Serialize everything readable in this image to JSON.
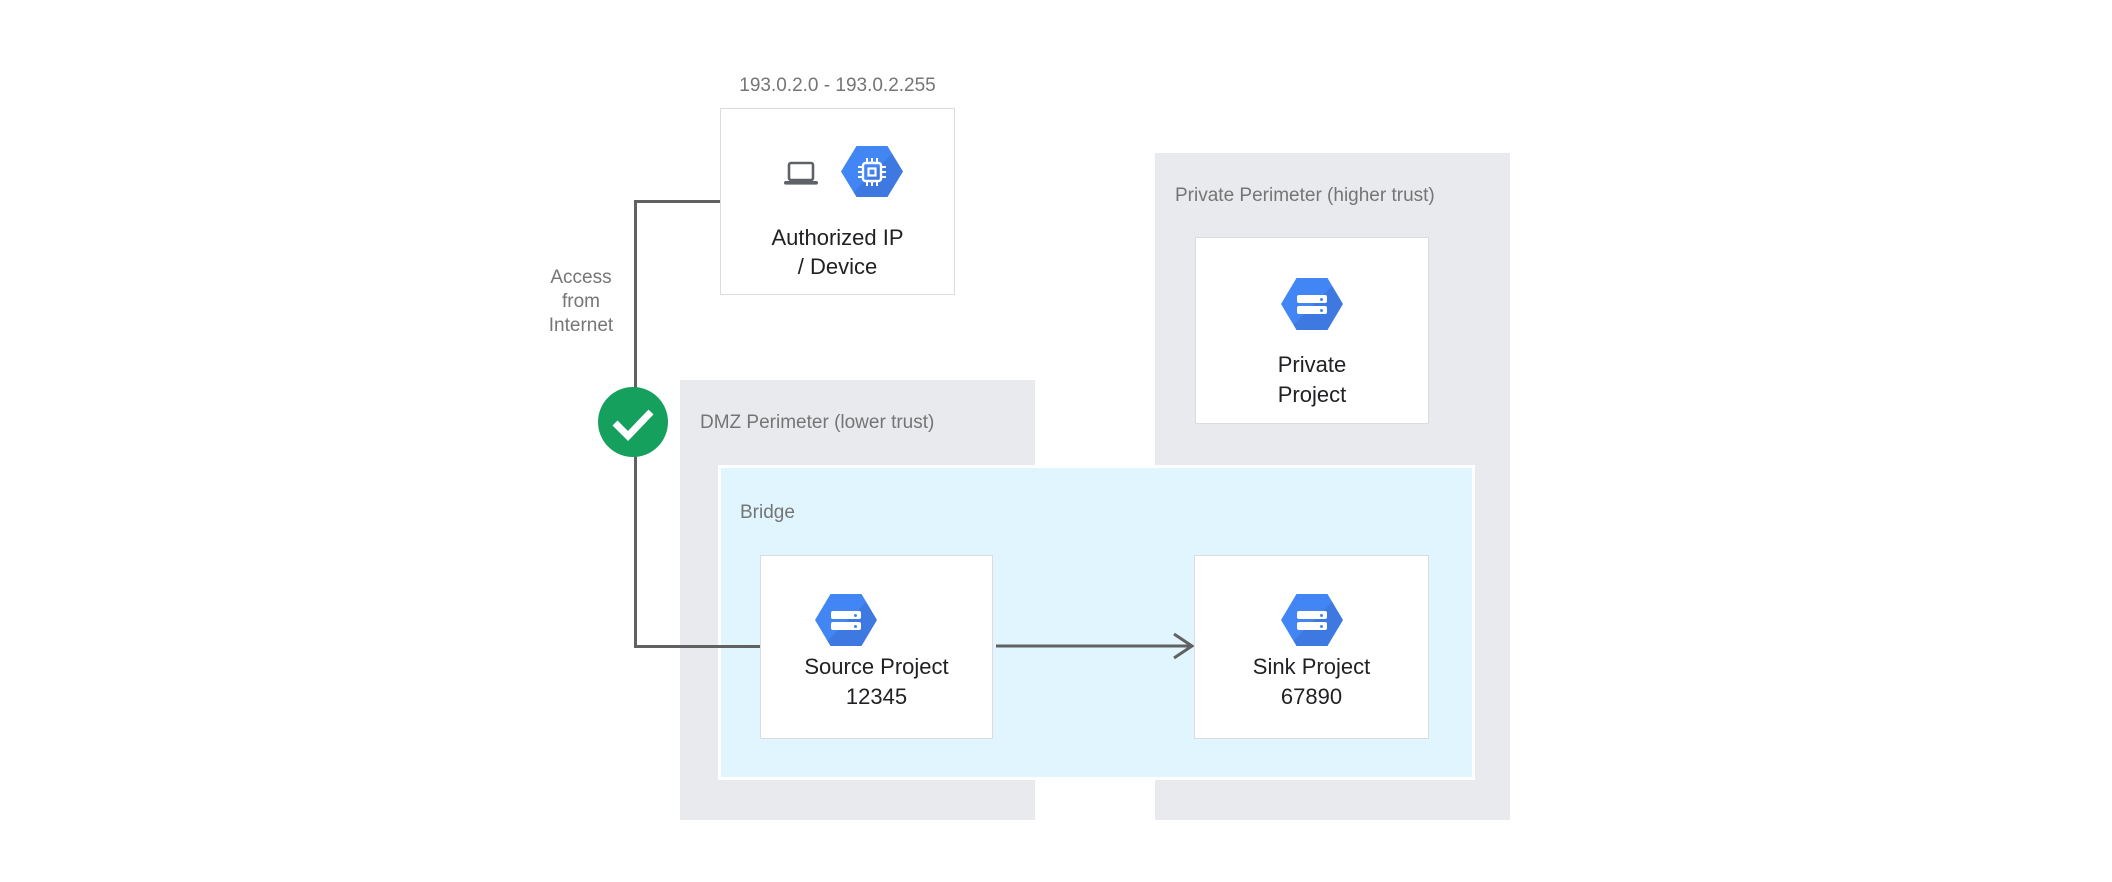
{
  "diagram": {
    "ip_range_label": "193.0.2.0 - 193.0.2.255",
    "access_label": {
      "lines": [
        "Access",
        "from",
        "Internet"
      ]
    },
    "authorized_node": {
      "lines": [
        "Authorized IP",
        "/ Device"
      ]
    },
    "dmz_perimeter": {
      "label": "DMZ Perimeter (lower trust)"
    },
    "private_perimeter": {
      "label": "Private Perimeter (higher trust)"
    },
    "private_project_node": {
      "lines": [
        "Private",
        "Project"
      ]
    },
    "bridge": {
      "label": "Bridge"
    },
    "source_project_node": {
      "lines": [
        "Source Project",
        "12345"
      ]
    },
    "sink_project_node": {
      "lines": [
        "Sink Project",
        "67890"
      ]
    },
    "colors": {
      "perimeter_bg": "#E8EAED",
      "bridge_bg": "#E1F5FE",
      "bridge_border": "#FFFFFF",
      "node_bg": "#FFFFFF",
      "node_border": "#DADCE0",
      "hexagon_blue": "#4285F4",
      "hexagon_shade": "#3E79E1",
      "check_green": "#16A05D",
      "line_gray": "#616161",
      "icon_gray": "#5F6368",
      "text_dark": "#212124",
      "text_gray": "#757575"
    }
  }
}
